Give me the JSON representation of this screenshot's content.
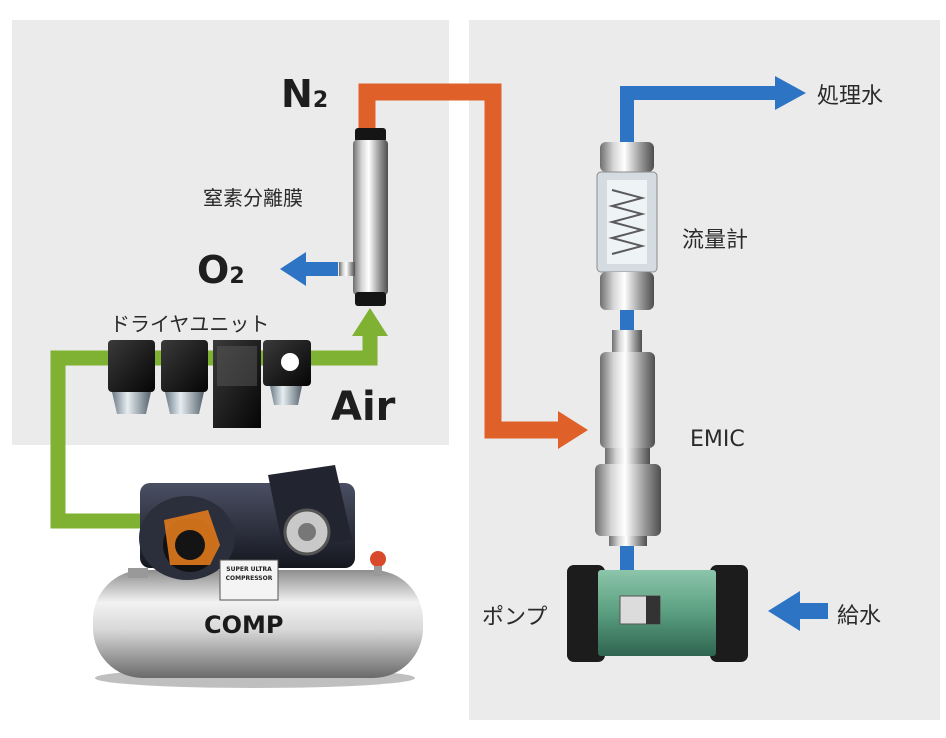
{
  "labels": {
    "n2": "N",
    "n2_sub": "2",
    "o2": "O",
    "o2_sub": "2",
    "air": "Air",
    "membrane": "窒素分離膜",
    "dryer_unit": "ドライヤユニット",
    "treated_water": "処理水",
    "flow_meter": "流量計",
    "emic": "EMIC",
    "pump": "ポンプ",
    "water_supply": "給水",
    "comp": "COMP",
    "compressor_badge_line1": "SUPER ULTRA",
    "compressor_badge_line2": "COMPRESSOR"
  },
  "colors": {
    "panel_bg": "#ebebeb",
    "nitrogen_pipe": "#e0602a",
    "air_pipe": "#7fb132",
    "water_pipe": "#2e74c4",
    "pump_body": "#5a9e80"
  }
}
